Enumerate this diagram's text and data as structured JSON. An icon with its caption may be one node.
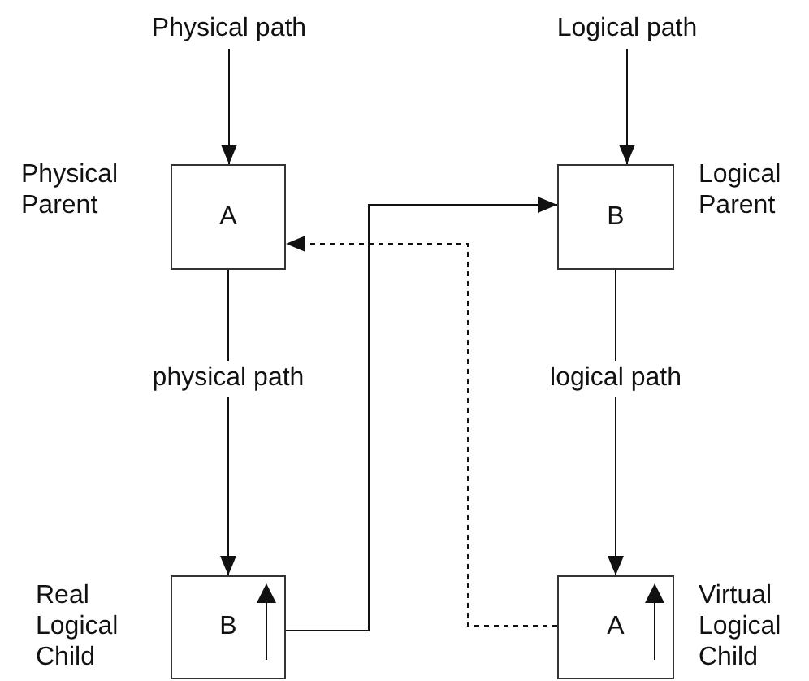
{
  "diagram": {
    "nodes": [
      {
        "text": [
          "Physical path"
        ]
      },
      {
        "text": [
          "Logical path"
        ]
      },
      {
        "text": [
          "A"
        ],
        "beside": [
          "Physical Parent"
        ]
      },
      {
        "text": [
          "B"
        ],
        "beside": [
          "Logical Parent"
        ]
      },
      {
        "text": [
          "B"
        ],
        "beside": [
          "Real Logical Child"
        ]
      },
      {
        "text": [
          "A"
        ],
        "beside": [
          "Virtual Logical Child"
        ]
      }
    ],
    "edges": [
      {
        "from": 0,
        "to": 2,
        "arrow": "to"
      },
      {
        "from": 1,
        "to": 3,
        "arrow": "to"
      },
      {
        "from": 2,
        "to": 4,
        "arrow": "to",
        "label": "physical path"
      },
      {
        "from": 3,
        "to": 5,
        "arrow": "to",
        "label": "logical path"
      },
      {
        "from": 4,
        "to": 3,
        "arrow": "to"
      },
      {
        "from": 5,
        "to": 2,
        "arrow": "to",
        "style": "dashed"
      }
    ]
  }
}
